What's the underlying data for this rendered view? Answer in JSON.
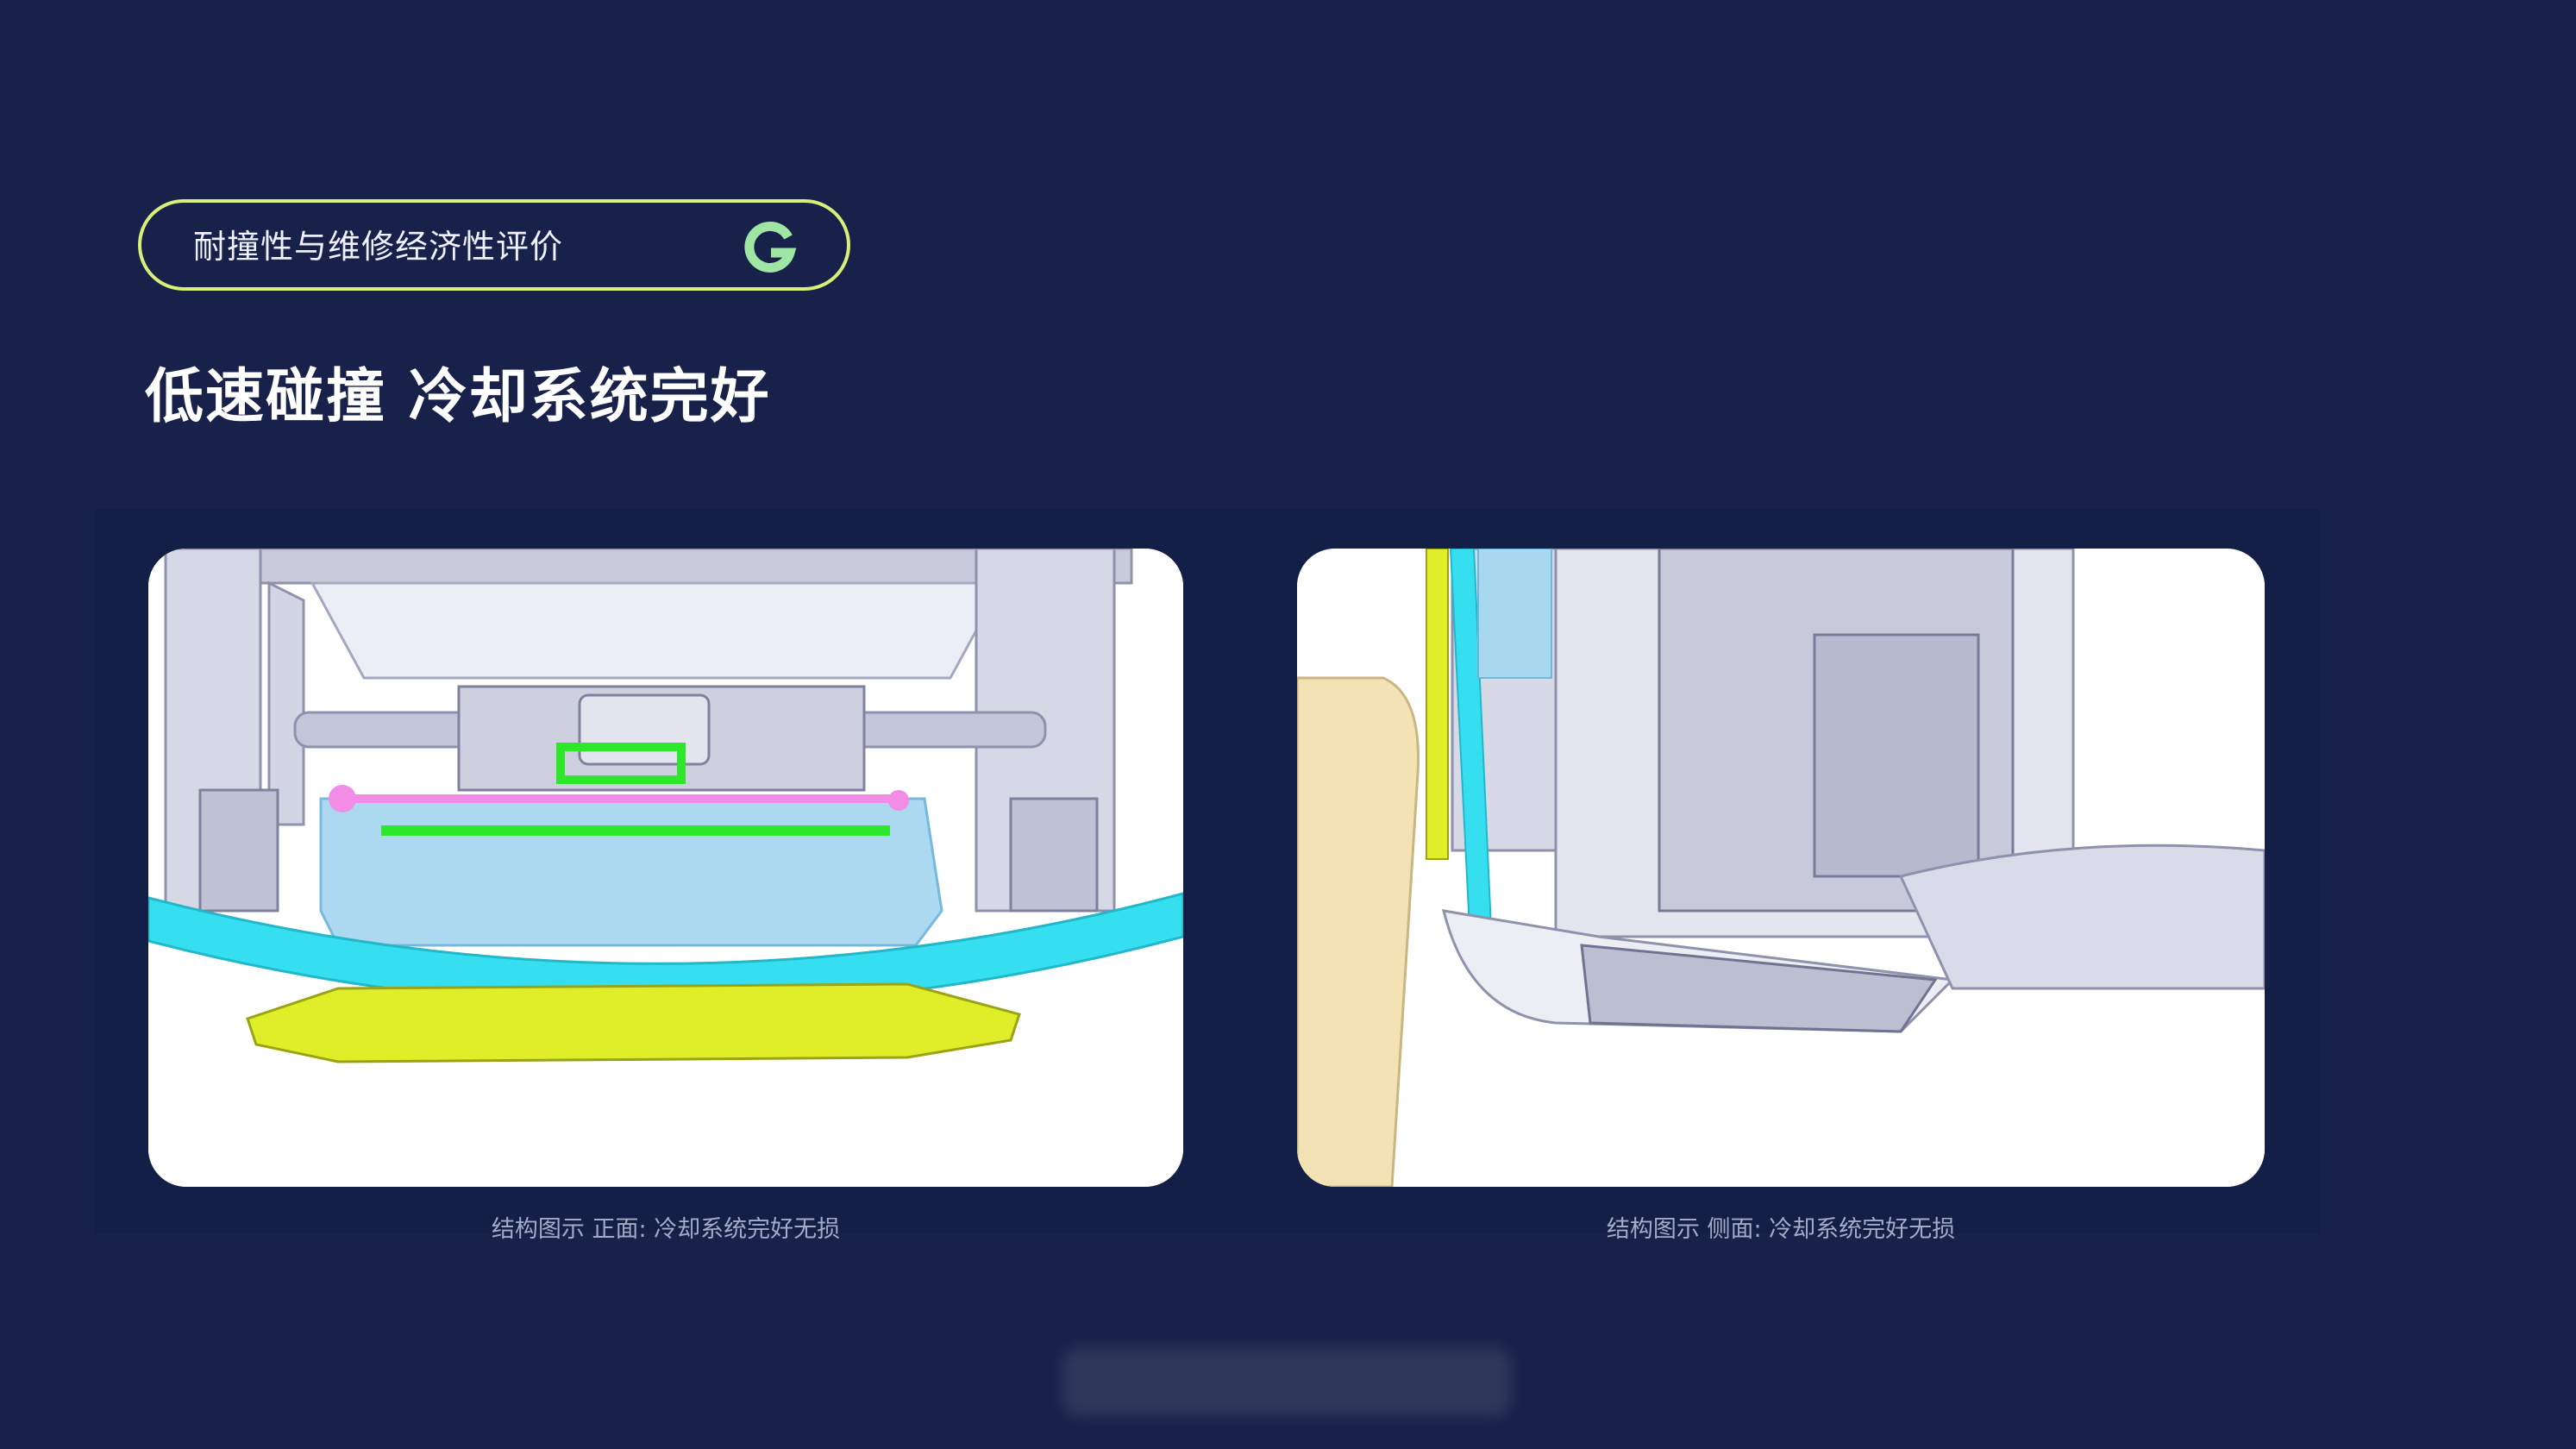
{
  "header": {
    "section_label": "耐撞性与维修经济性评价",
    "logo_icon": "g-logo-icon",
    "accent_color": "#d9ef78",
    "logo_color": "#9fe6a4"
  },
  "headline": "低速碰撞 冷却系统完好",
  "figures": {
    "front": {
      "caption": "结构图示 正面:  冷却系统完好无损"
    },
    "side": {
      "caption": "结构图示 侧面:   冷却系统完好无损"
    }
  },
  "colors": {
    "background": "#17214a",
    "cooling_module": "#a8d8f0",
    "bumper_beam": "#35dff0",
    "lower_bracket": "#e0ee2a",
    "pipe_green": "#2ee62a",
    "pipe_pink": "#f28ce6",
    "barrier": "#f2e2b4"
  }
}
